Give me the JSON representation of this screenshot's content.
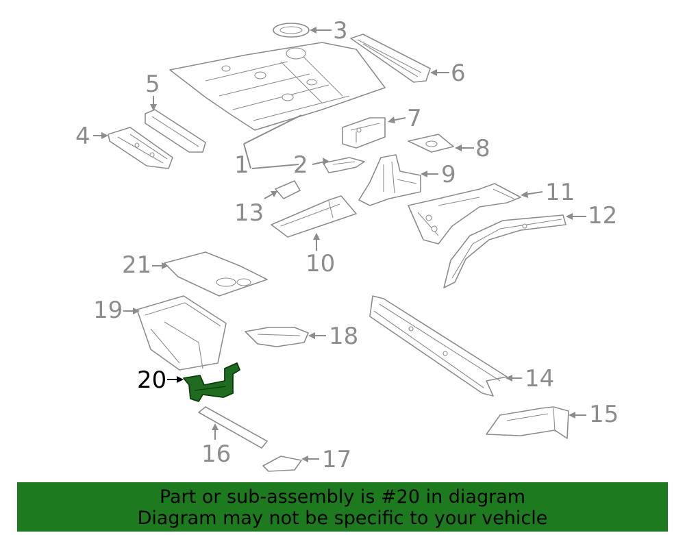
{
  "labels": [
    "1",
    "2",
    "3",
    "4",
    "5",
    "6",
    "7",
    "8",
    "9",
    "10",
    "11",
    "12",
    "13",
    "14",
    "15",
    "16",
    "17",
    "18",
    "19",
    "20",
    "21"
  ],
  "highlighted_part": "20",
  "banner": {
    "line1": "Part or sub-assembly is #20 in diagram",
    "line2": "Diagram may not be specific to your vehicle"
  },
  "colors": {
    "line_art": "#8c8c8c",
    "highlight_part": "#1f6b1f",
    "banner_background": "#1e7a1e",
    "banner_text": "#000000"
  }
}
